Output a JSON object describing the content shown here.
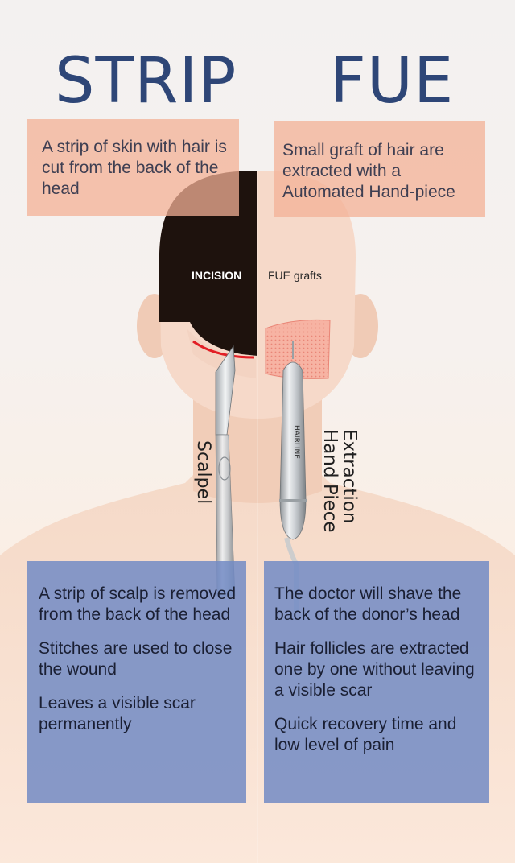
{
  "strip": {
    "title": "STRIP",
    "callout": "A strip of skin with hair is cut from the back of the head",
    "tag": "INCISION",
    "tool_label": "Scalpel",
    "points": [
      "A strip of scalp is removed from the back of the head",
      "Stitches are used to close the wound",
      "Leaves a visible scar permanently"
    ]
  },
  "fue": {
    "title": "FUE",
    "callout": "Small graft of hair are extracted with a Automated Hand-piece",
    "tag": "FUE grafts",
    "tool_label_line1": "Extraction",
    "tool_label_line2": "Hand Piece",
    "device_brand": "HAIRLINE",
    "points": [
      "The doctor will shave the back of the donor’s head",
      "Hair follicles are extracted one by one without leaving a visible scar",
      "Quick recovery time and low level of pain"
    ]
  },
  "colors": {
    "title": "#2e4677",
    "callout_bg": "#f3b096",
    "box_bg": "#728bc4",
    "hair": "#1e120d",
    "skin": "#f4d8c8",
    "incision_line": "#e21f26"
  }
}
